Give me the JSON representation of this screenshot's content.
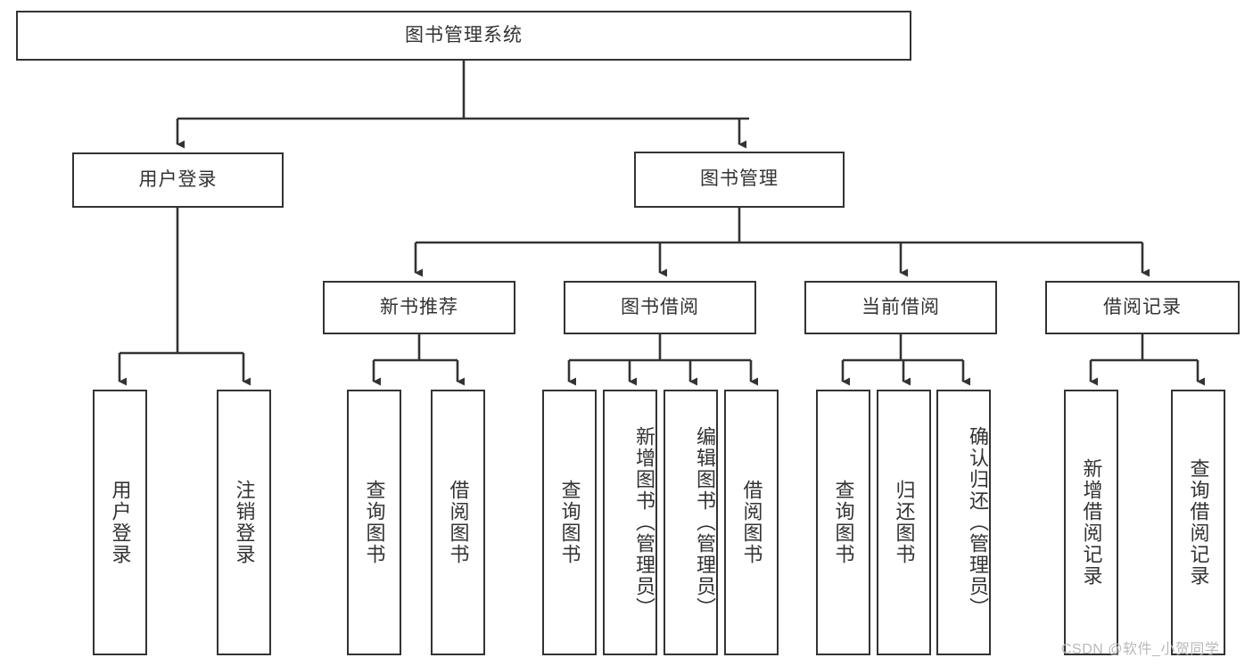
{
  "diagram": {
    "type": "hierarchy-tree",
    "title": "图书管理系统",
    "stroke_color": "#333333",
    "background_color": "#ffffff",
    "levels": {
      "root": {
        "id": "root",
        "label": "图书管理系统"
      },
      "level2": [
        {
          "id": "user-login",
          "label": "用户登录"
        },
        {
          "id": "book-management",
          "label": "图书管理"
        }
      ],
      "level3": [
        {
          "id": "new-book-recommend",
          "label": "新书推荐",
          "parent": "book-management"
        },
        {
          "id": "book-borrow",
          "label": "图书借阅",
          "parent": "book-management"
        },
        {
          "id": "current-borrow",
          "label": "当前借阅",
          "parent": "book-management"
        },
        {
          "id": "borrow-record",
          "label": "借阅记录",
          "parent": "book-management"
        }
      ],
      "leaves": {
        "user-login": [
          {
            "id": "leaf-user-login",
            "label": "用户登录"
          },
          {
            "id": "leaf-user-logout",
            "label": "注销登录"
          }
        ],
        "new-book-recommend": [
          {
            "id": "leaf-query-book-1",
            "label": "查询图书"
          },
          {
            "id": "leaf-borrow-book-1",
            "label": "借阅图书"
          }
        ],
        "book-borrow": [
          {
            "id": "leaf-query-book-2",
            "label": "查询图书"
          },
          {
            "id": "leaf-add-book",
            "label": "新增图书（管理员）"
          },
          {
            "id": "leaf-edit-book",
            "label": "编辑图书（管理员）"
          },
          {
            "id": "leaf-borrow-book-2",
            "label": "借阅图书"
          }
        ],
        "current-borrow": [
          {
            "id": "leaf-query-book-3",
            "label": "查询图书"
          },
          {
            "id": "leaf-return-book",
            "label": "归还图书"
          },
          {
            "id": "leaf-confirm-return",
            "label": "确认归还（管理员）"
          }
        ],
        "borrow-record": [
          {
            "id": "leaf-add-record",
            "label": "新增借阅记录"
          },
          {
            "id": "leaf-query-record",
            "label": "查询借阅记录"
          }
        ]
      }
    }
  },
  "watermark": {
    "text": "CSDN @软件_小贺同学"
  }
}
